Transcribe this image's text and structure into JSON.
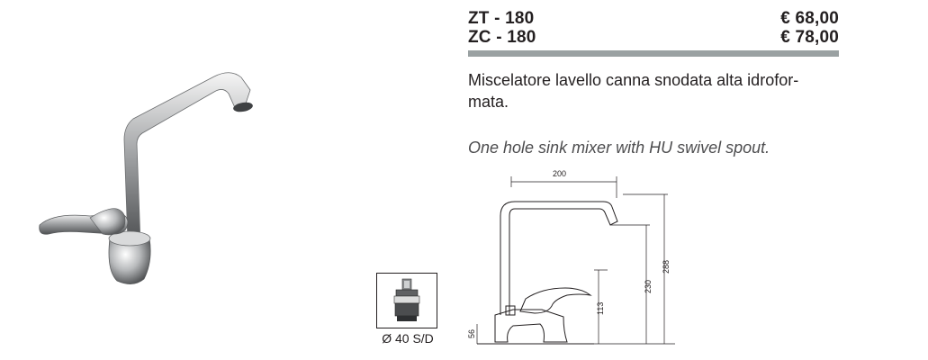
{
  "products": [
    {
      "code": "ZT - 180",
      "price": "€ 68,00"
    },
    {
      "code": "ZC - 180",
      "price": "€ 78,00"
    }
  ],
  "description_it": "Miscelatore lavello canna snodata alta idrofor-mata.",
  "description_it_line1": "Miscelatore lavello canna snodata alta idrofor-",
  "description_it_line2": "mata.",
  "description_en": "One hole sink mixer with HU swivel spout.",
  "cartridge_label": "Ø 40 S/D",
  "dimensions": {
    "spout_reach": "200",
    "total_height": "288",
    "spout_height": "230",
    "lever_height": "113",
    "base_height": "56"
  }
}
